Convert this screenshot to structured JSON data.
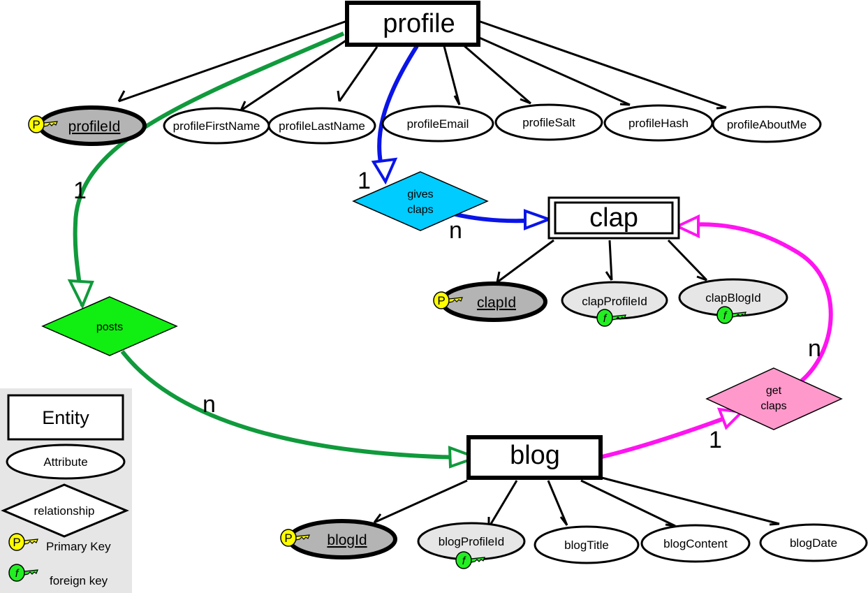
{
  "entities": {
    "profile": "profile",
    "clap": "clap",
    "blog": "blog"
  },
  "attributes": {
    "profileId": "profileId",
    "profileFirstName": "profileFirstName",
    "profileLastName": "profileLastName",
    "profileEmail": "profileEmail",
    "profileSalt": "profileSalt",
    "profileHash": "profileHash",
    "profileAboutMe": "profileAboutMe",
    "clapId": "clapId",
    "clapProfileId": "clapProfileId",
    "clapBlogId": "clapBlogId",
    "blogId": "blogId",
    "blogProfileId": "blogProfileId",
    "blogTitle": "blogTitle",
    "blogContent": "blogContent",
    "blogDate": "blogDate"
  },
  "relationships": {
    "gives_claps": [
      "gives",
      "claps"
    ],
    "posts": "posts",
    "get_claps": [
      "get",
      "claps"
    ]
  },
  "cardinality": {
    "profile_posts": "1",
    "posts_blog": "n",
    "profile_gives": "1",
    "gives_clap": "n",
    "blog_get": "1",
    "get_clap": "n"
  },
  "legend": {
    "entity": "Entity",
    "attribute": "Attribute",
    "relationship": "relationship",
    "primary_key": "Primary Key",
    "foreign_key": "foreign key"
  },
  "colors": {
    "posts_line": "#109a3c",
    "gives_line": "#0a14e8",
    "get_line": "#ff14f0",
    "gives_fill": "#00ccff",
    "posts_fill": "#11ee11",
    "get_fill": "#ff99cc",
    "pk_fill": "#ffff00",
    "fk_fill": "#22ee22",
    "key_attr_fill": "#b4b4b4",
    "fk_attr_fill": "#e6e6e6",
    "legend_bg": "#e6e6e6"
  },
  "icons": {
    "primary_key": "primary-key-icon",
    "foreign_key": "foreign-key-icon"
  }
}
